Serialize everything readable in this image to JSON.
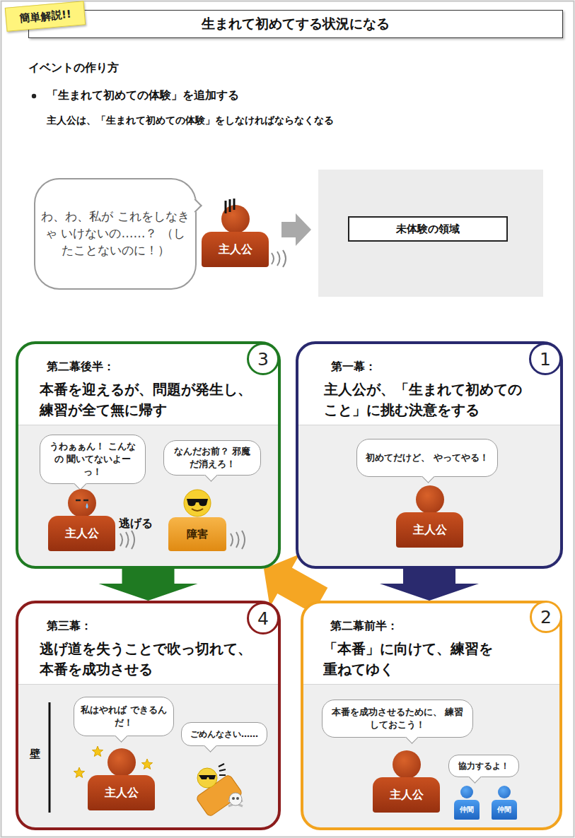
{
  "diagram": {
    "title": "生まれて初めてする状況になる",
    "nodes": [
      {
        "text": [
          "簡単解説!!"
        ]
      },
      {
        "text": [
          "わ、わ、私が これをしなきゃ いけないの……？ （したことないのに！）"
        ]
      },
      {
        "text": [
          "主人公"
        ]
      },
      {
        "text": [
          "未体験の領域"
        ]
      },
      {
        "text": [
          "第一幕：",
          "主人公が、「生まれて初めての こと」に挑む決意をする"
        ]
      },
      {
        "text": [
          "1"
        ],
        "in": 4
      },
      {
        "text": [
          "初めてだけど、 やってやる！"
        ],
        "in": 4
      },
      {
        "text": [
          "主人公"
        ],
        "in": 4
      },
      {
        "text": [
          "第二幕前半：",
          "「本番」に向けて、練習を 重ねてゆく"
        ]
      },
      {
        "text": [
          "2"
        ],
        "in": 8
      },
      {
        "text": [
          "本番を成功させるために、 練習しておこう！"
        ],
        "in": 8
      },
      {
        "text": [
          "協力するよ！"
        ],
        "in": 8
      },
      {
        "text": [
          "主人公"
        ],
        "in": 8
      },
      {
        "text": [
          "仲間"
        ],
        "in": 8
      },
      {
        "text": [
          "仲間"
        ],
        "in": 8
      },
      {
        "text": [
          "第二幕後半：",
          "本番を迎えるが、問題が発生し、 練習が全て無に帰す"
        ]
      },
      {
        "text": [
          "3"
        ],
        "in": 15
      },
      {
        "text": [
          "うわぁぁん！ こんなの 聞いてないよーっ！"
        ],
        "in": 15
      },
      {
        "text": [
          "なんだお前？ 邪魔だ消えろ！"
        ],
        "in": 15
      },
      {
        "text": [
          "主人公"
        ],
        "in": 15
      },
      {
        "text": [
          "障害"
        ],
        "in": 15
      },
      {
        "text": [
          "第三幕：",
          "逃げ道を失うことで吹っ切れて、 本番を成功させる"
        ]
      },
      {
        "text": [
          "4"
        ],
        "in": 21
      },
      {
        "text": [
          "私はやれば できるんだ！"
        ],
        "in": 21
      },
      {
        "text": [
          "ごめんなさい……"
        ],
        "in": 21
      },
      {
        "text": [
          "主人公"
        ],
        "in": 21
      }
    ],
    "edges": [
      {
        "from": 4,
        "to": 8,
        "arrow": "to"
      },
      {
        "from": 8,
        "to": 15,
        "arrow": "to"
      },
      {
        "from": 15,
        "to": 21,
        "arrow": "to"
      }
    ],
    "labels": [
      "イベントの作り方",
      "「生まれて初めての体験」を追加する",
      "主人公は、「生まれて初めての体験」をしなければならなくなる",
      "逃げる",
      "壁"
    ]
  }
}
